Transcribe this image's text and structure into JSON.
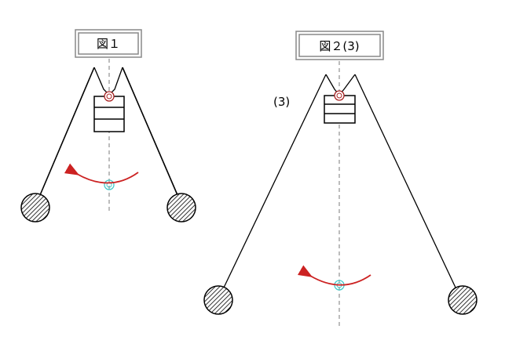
{
  "figures": [
    {
      "title": "図１"
    },
    {
      "title": "図２(3)",
      "label": "(3)"
    }
  ],
  "colors": {
    "stroke": "#000000",
    "axis": "#999999",
    "arrow": "#cc2222",
    "pivot": "#aa2222",
    "center": "#44cccc",
    "bob_fill": "#bbbbbb",
    "frame": "#888888"
  }
}
